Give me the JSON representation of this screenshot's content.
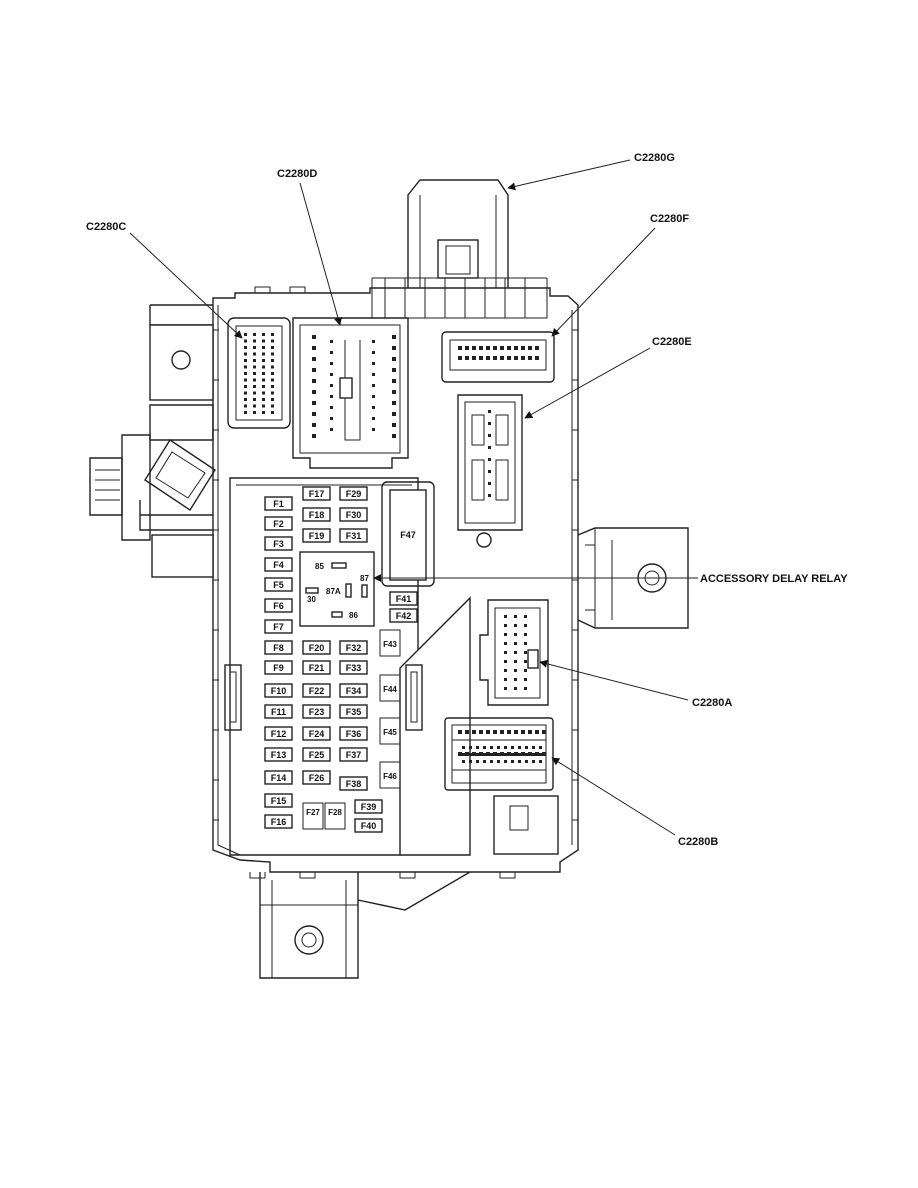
{
  "diagram": {
    "connectors": {
      "c2280a": "C2280A",
      "c2280b": "C2280B",
      "c2280c": "C2280C",
      "c2280d": "C2280D",
      "c2280e": "C2280E",
      "c2280f": "C2280F",
      "c2280g": "C2280G"
    },
    "relay": {
      "label": "ACCESSORY DELAY RELAY",
      "pin_85": "85",
      "pin_87": "87",
      "pin_87a": "87A",
      "pin_30": "30",
      "pin_86": "86"
    },
    "fuses": {
      "f1": "F1",
      "f2": "F2",
      "f3": "F3",
      "f4": "F4",
      "f5": "F5",
      "f6": "F6",
      "f7": "F7",
      "f8": "F8",
      "f9": "F9",
      "f10": "F10",
      "f11": "F11",
      "f12": "F12",
      "f13": "F13",
      "f14": "F14",
      "f15": "F15",
      "f16": "F16",
      "f17": "F17",
      "f18": "F18",
      "f19": "F19",
      "f20": "F20",
      "f21": "F21",
      "f22": "F22",
      "f23": "F23",
      "f24": "F24",
      "f25": "F25",
      "f26": "F26",
      "f27": "F27",
      "f28": "F28",
      "f29": "F29",
      "f30": "F30",
      "f31": "F31",
      "f32": "F32",
      "f33": "F33",
      "f34": "F34",
      "f35": "F35",
      "f36": "F36",
      "f37": "F37",
      "f38": "F38",
      "f39": "F39",
      "f40": "F40",
      "f41": "F41",
      "f42": "F42",
      "f43": "F43",
      "f44": "F44",
      "f45": "F45",
      "f46": "F46",
      "f47": "F47"
    }
  }
}
